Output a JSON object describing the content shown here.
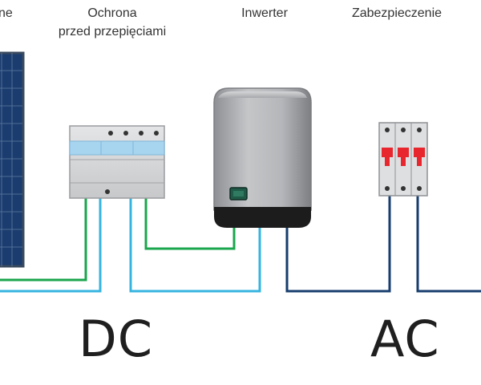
{
  "labels": {
    "panels": "ne",
    "surge_protection": "Ochrona\nprzed przepięciami",
    "inverter": "Inwerter",
    "protection": "Zabezpieczenie"
  },
  "sections": {
    "dc": "DC",
    "ac": "AC"
  },
  "colors": {
    "green_wire": "#1aa64c",
    "light_blue_wire": "#35b4e0",
    "dark_blue_wire": "#173e6e",
    "breaker_red": "#e8262d",
    "panel_blue": "#1b3c6e",
    "inverter_body": "#a9abae",
    "inverter_display": "#1f5a48"
  },
  "icons": [
    "solar-panel-icon",
    "surge-protector-icon",
    "inverter-icon",
    "circuit-breaker-icon"
  ]
}
